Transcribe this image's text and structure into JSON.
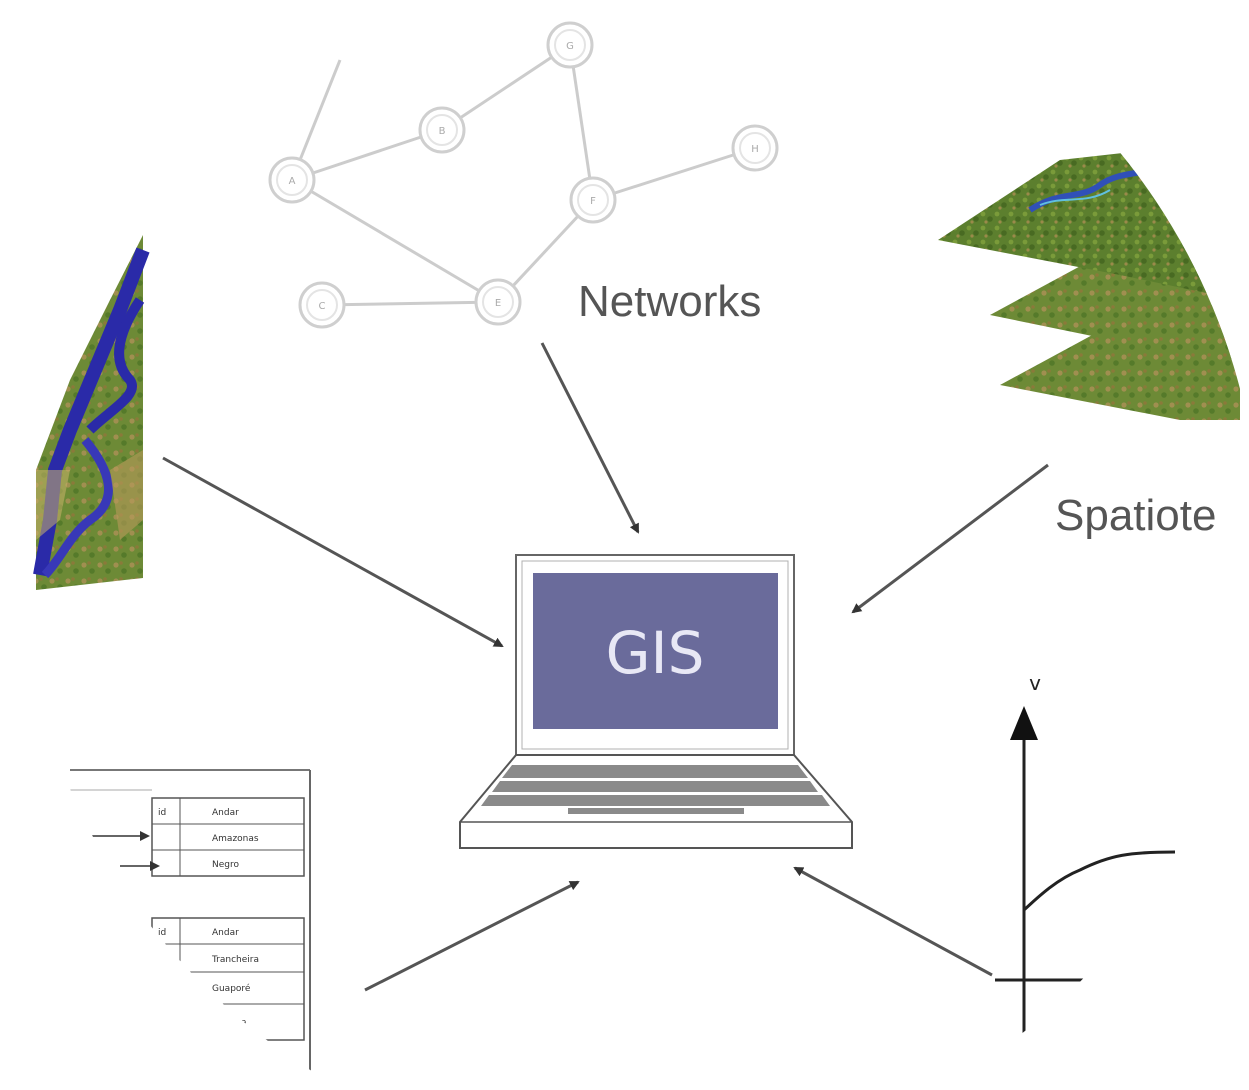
{
  "network": {
    "label": "Networks",
    "nodes": [
      "A",
      "B",
      "G",
      "H",
      "F",
      "C",
      "E"
    ]
  },
  "spatiotemporal": {
    "label": "Spatiote"
  },
  "computer": {
    "screen_text": "GIS"
  },
  "graph": {
    "axis_label": "v"
  },
  "tables": {
    "top": {
      "ids": [
        "id",
        "",
        ""
      ],
      "names": [
        "Andar",
        "Amazonas",
        "Negro"
      ]
    },
    "bottom": {
      "ids": [
        "id",
        "",
        "",
        ""
      ],
      "names": [
        "Andar",
        "Trancheira",
        "Guaporé",
        "Juruena"
      ]
    }
  },
  "colors": {
    "gis_screen": "#6a6b9b",
    "node_stroke": "#c8c8c8",
    "arrow": "#555555",
    "river": "#3030a0",
    "land_green": "#5a8a2a"
  }
}
